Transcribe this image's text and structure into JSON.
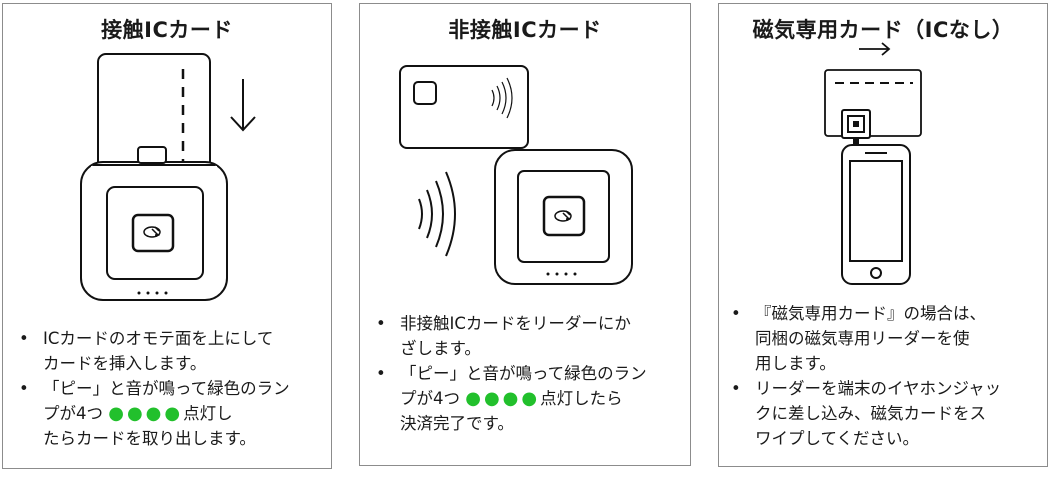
{
  "panels": [
    {
      "title": "接触ICカード",
      "bullets": [
        {
          "text": "ICカードのオモテ面を上にして\nカードを挿入します。"
        },
        {
          "before": "「ピー」と音が鳴って緑色のラン\nプが4つ",
          "leds": "●●●●",
          "after": "点灯し\nたらカードを取り出します。"
        }
      ]
    },
    {
      "title": "非接触ICカード",
      "bullets": [
        {
          "text": "非接触ICカードをリーダーにか\nざします。"
        },
        {
          "before": "「ピー」と音が鳴って緑色のラン\nプが4つ",
          "leds": "●●●●",
          "after": "点灯したら\n決済完了です。"
        }
      ]
    },
    {
      "title": "磁気専用カード（ICなし）",
      "bullets": [
        {
          "text": "『磁気専用カード』の場合は、\n同梱の磁気専用リーダーを使\n用します。"
        },
        {
          "text": "リーダーを端末のイヤホンジャッ\nクに差し込み、磁気カードをス\nワイプしてください。"
        }
      ]
    }
  ],
  "bullet_char": "•",
  "led_color": "#22c02c",
  "icons": [
    "insert-card-arrow",
    "contactless-wave",
    "swipe-arrow",
    "card-reader",
    "smartphone",
    "magnetic-reader"
  ]
}
